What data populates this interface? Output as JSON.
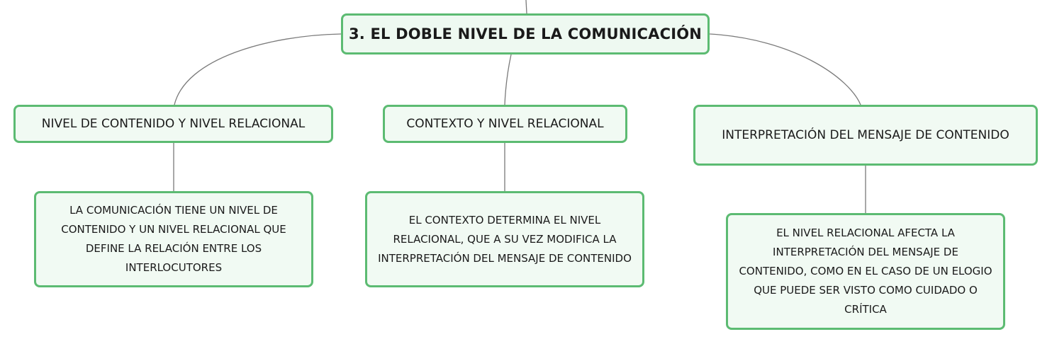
{
  "colors": {
    "node_border": "#5cbb72",
    "node_fill": "#f1faf3",
    "connector": "#7a7a7a",
    "text": "#1a1a1a"
  },
  "diagram": {
    "root": {
      "title": "3. EL DOBLE NIVEL DE LA COMUNICACIÓN"
    },
    "branches": [
      {
        "label": "NIVEL DE CONTENIDO Y NIVEL RELACIONAL",
        "detail": "LA COMUNICACIÓN TIENE UN NIVEL DE CONTENIDO Y UN NIVEL RELACIONAL QUE DEFINE LA RELACIÓN ENTRE LOS INTERLOCUTORES"
      },
      {
        "label": "CONTEXTO Y NIVEL RELACIONAL",
        "detail": "EL CONTEXTO DETERMINA EL NIVEL RELACIONAL, QUE A SU VEZ MODIFICA LA INTERPRETACIÓN DEL MENSAJE DE CONTENIDO"
      },
      {
        "label": "INTERPRETACIÓN DEL MENSAJE DE CONTENIDO",
        "detail": "EL NIVEL RELACIONAL AFECTA LA INTERPRETACIÓN DEL MENSAJE DE CONTENIDO, COMO EN EL CASO DE UN ELOGIO QUE PUEDE SER VISTO COMO CUIDADO O CRÍTICA"
      }
    ]
  }
}
